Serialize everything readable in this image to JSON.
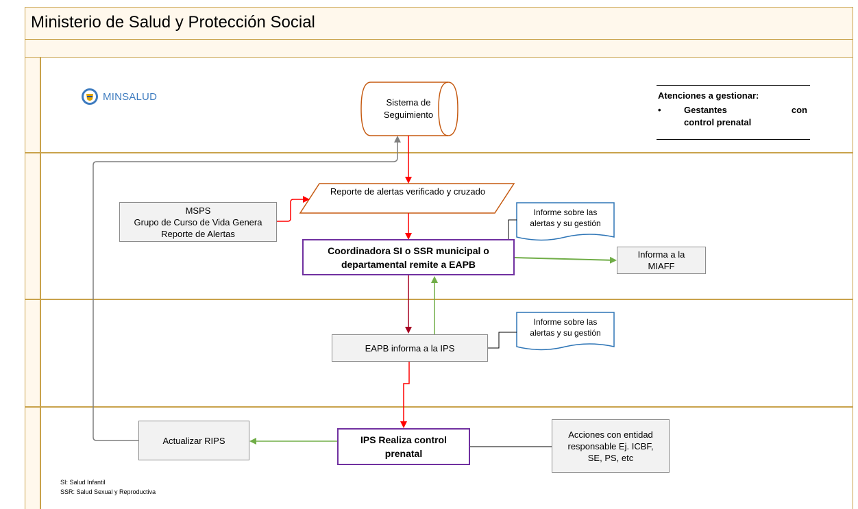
{
  "header": {
    "title": "Ministerio de Salud y Protección Social"
  },
  "logo": {
    "text": "MINSALUD"
  },
  "legend": {
    "title": "Atenciones a gestionar:",
    "bullet": "•",
    "item_word1": "Gestantes",
    "item_word2": "con",
    "item_line2": "control prenatal"
  },
  "nodes": {
    "system": "Sistema de Seguimiento",
    "report": "Reporte de alertas verificado y cruzado",
    "msps_l1": "MSPS",
    "msps_l2": "Grupo de Curso de Vida Genera",
    "msps_l3": "Reporte de Alertas",
    "doc1": "Informe sobre las alertas y su gestión",
    "coord": "Coordinadora SI o SSR municipal o departamental remite a EAPB",
    "miaff": "Informa a la MIAFF",
    "doc2": "Informe sobre las alertas y su gestión",
    "eapb": "EAPB informa a la IPS",
    "ips": "IPS Realiza control prenatal",
    "rips": "Actualizar RIPS",
    "acciones": "Acciones con entidad responsable Ej. ICBF, SE, PS, etc"
  },
  "notes": {
    "si": "SI: Salud Infantil",
    "ssr": "SSR: Salud Sexual y Reproductiva"
  },
  "colors": {
    "lane_border": "#c9a24b",
    "band_fill": "#fff8ec",
    "red_arrow": "#ff0000",
    "dark_red_arrow": "#a50021",
    "green_arrow": "#70ad47",
    "gray_arrow": "#7f7f7f",
    "purple_border": "#7030a0",
    "orange_shape": "#c55a11",
    "blue_doc": "#2e75b6"
  }
}
